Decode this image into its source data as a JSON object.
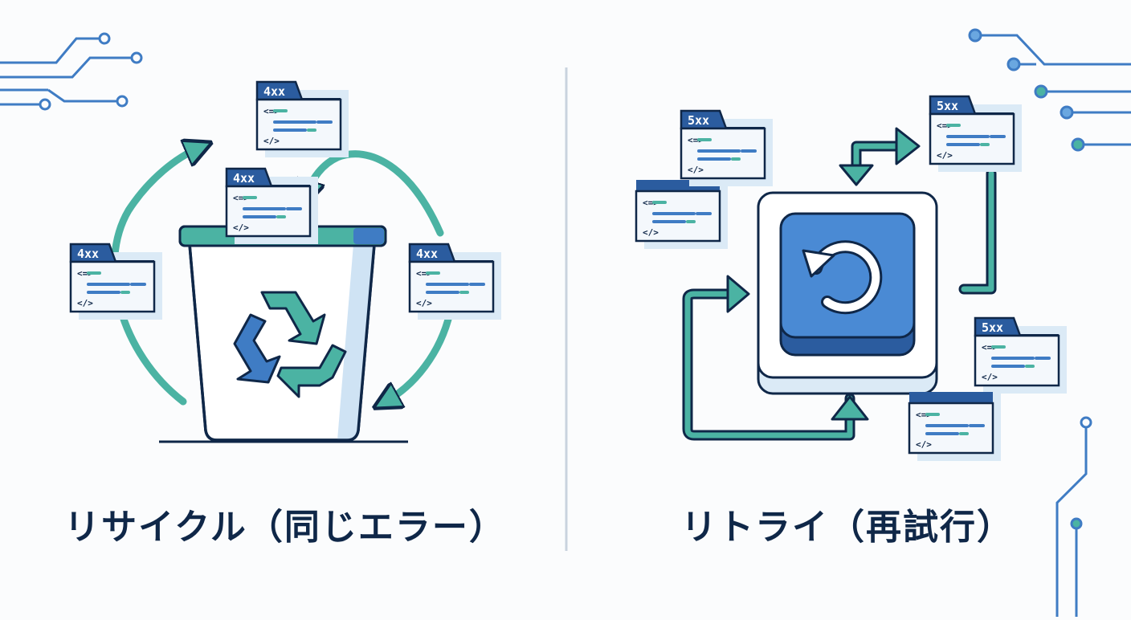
{
  "captions": {
    "left": "リサイクル（同じエラー）",
    "right": "リトライ（再試行）"
  },
  "left_cards": [
    {
      "code": "4xx"
    },
    {
      "code": "4xx"
    },
    {
      "code": "4xx"
    },
    {
      "code": "4xx"
    }
  ],
  "right_cards": [
    {
      "code": "5xx"
    },
    {
      "code": ""
    },
    {
      "code": "5xx"
    },
    {
      "code": "5xx"
    },
    {
      "code": ""
    }
  ],
  "code_text": {
    "open_tag": "<=>",
    "close_tag": "</>"
  },
  "icons": {
    "left": "recycle-icon",
    "right": "refresh-icon"
  },
  "colors": {
    "navy": "#0f2748",
    "blue": "#3f7cc4",
    "dark_blue": "#2b5c9f",
    "teal": "#4bb3a3",
    "light_blue": "#dbeaf6"
  }
}
